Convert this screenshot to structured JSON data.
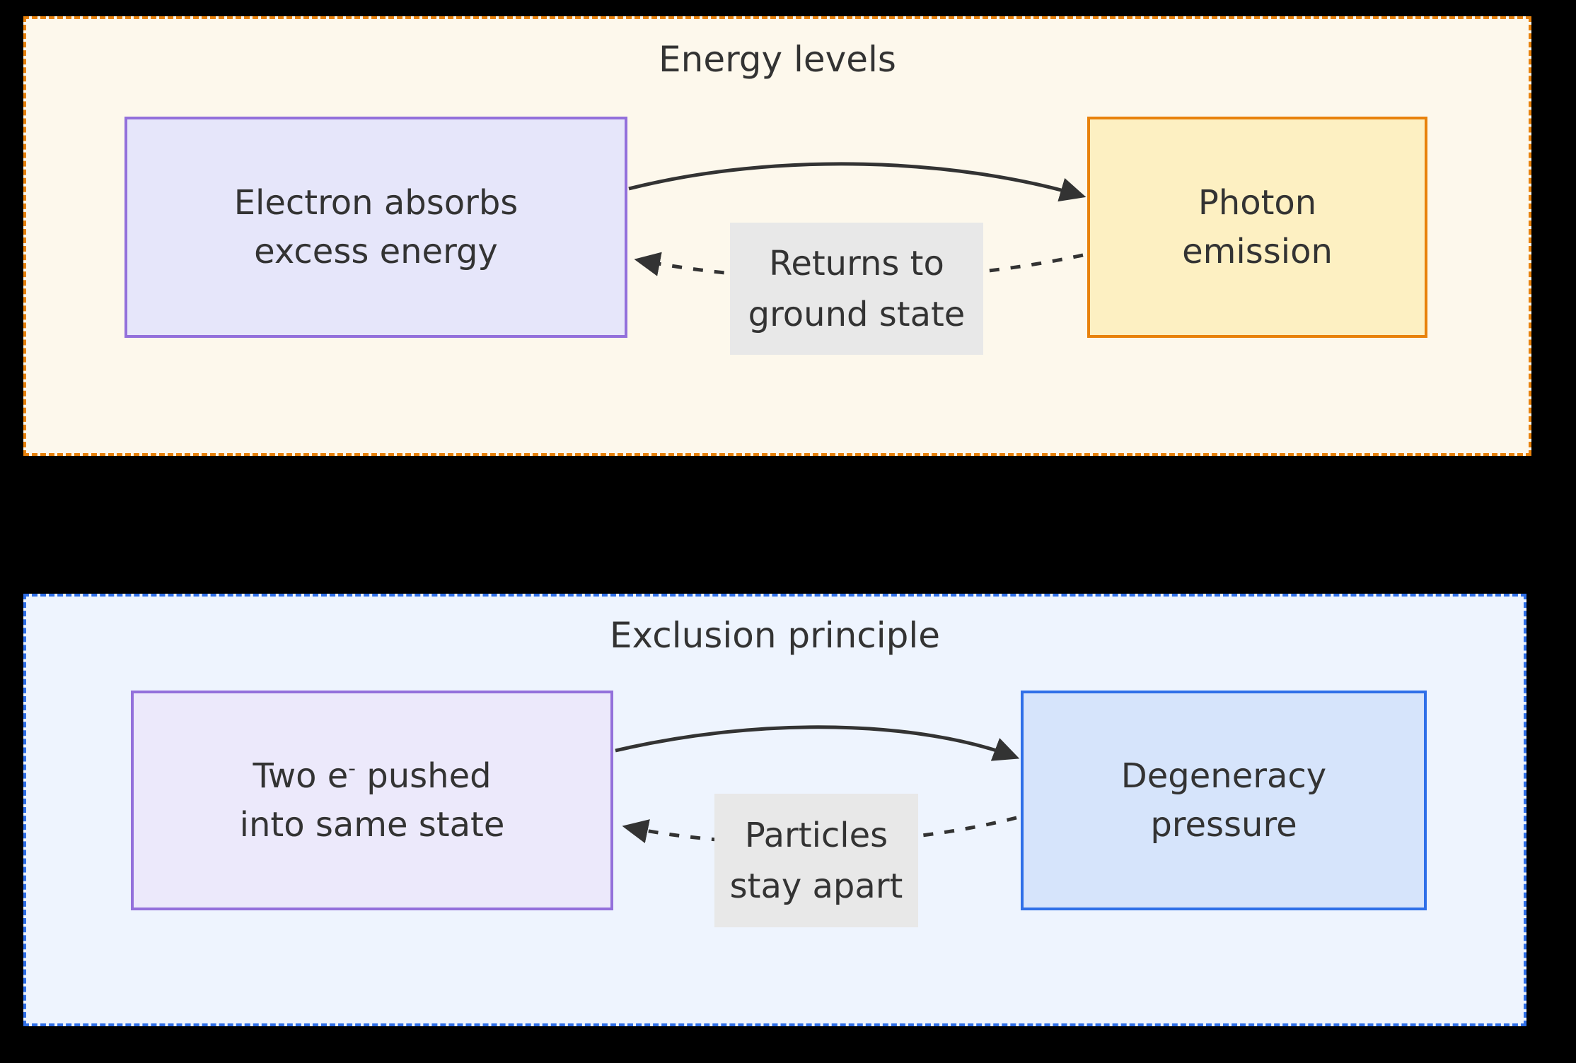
{
  "background_color": "#000000",
  "panels": [
    {
      "id": "energy-levels",
      "title": "Energy levels",
      "fill": "#fdf8ec",
      "border_color": "#e8820c",
      "border_style": "dashed",
      "nodes": [
        {
          "id": "electron-absorbs",
          "lines": [
            "Electron absorbs",
            "excess energy"
          ],
          "fill": "#e6e6fa",
          "border_color": "#9370db"
        },
        {
          "id": "photon-emission",
          "lines": [
            "Photon",
            "emission"
          ],
          "fill": "#fdf0c2",
          "border_color": "#e8820c"
        }
      ],
      "edges": [
        {
          "id": "absorb-to-photon",
          "label": "",
          "style": "solid",
          "from": "electron-absorbs",
          "to": "photon-emission"
        },
        {
          "id": "photon-to-absorb",
          "label_lines": [
            "Returns to",
            "ground state"
          ],
          "style": "dotted",
          "from": "photon-emission",
          "to": "electron-absorbs",
          "label_bg": "#e8e8e8"
        }
      ]
    },
    {
      "id": "exclusion-principle",
      "title": "Exclusion principle",
      "fill": "#eef4fe",
      "border_color": "#2f6fe8",
      "border_style": "dashed",
      "nodes": [
        {
          "id": "two-electrons",
          "lines": [
            "Two e⁻ pushed",
            "into same state"
          ],
          "line_parts": [
            [
              "Two e",
              "-",
              " pushed"
            ],
            [
              "into same state"
            ]
          ],
          "fill": "#ece9fb",
          "border_color": "#9370db"
        },
        {
          "id": "degeneracy-pressure",
          "lines": [
            "Degeneracy",
            "pressure"
          ],
          "fill": "#d6e4fb",
          "border_color": "#2f6fe8"
        }
      ],
      "edges": [
        {
          "id": "push-to-degeneracy",
          "label": "",
          "style": "solid",
          "from": "two-electrons",
          "to": "degeneracy-pressure"
        },
        {
          "id": "degeneracy-to-push",
          "label_lines": [
            "Particles",
            "stay apart"
          ],
          "style": "dotted",
          "from": "degeneracy-pressure",
          "to": "two-electrons",
          "label_bg": "#e8e8e8"
        }
      ]
    }
  ],
  "text_color": "#333333"
}
